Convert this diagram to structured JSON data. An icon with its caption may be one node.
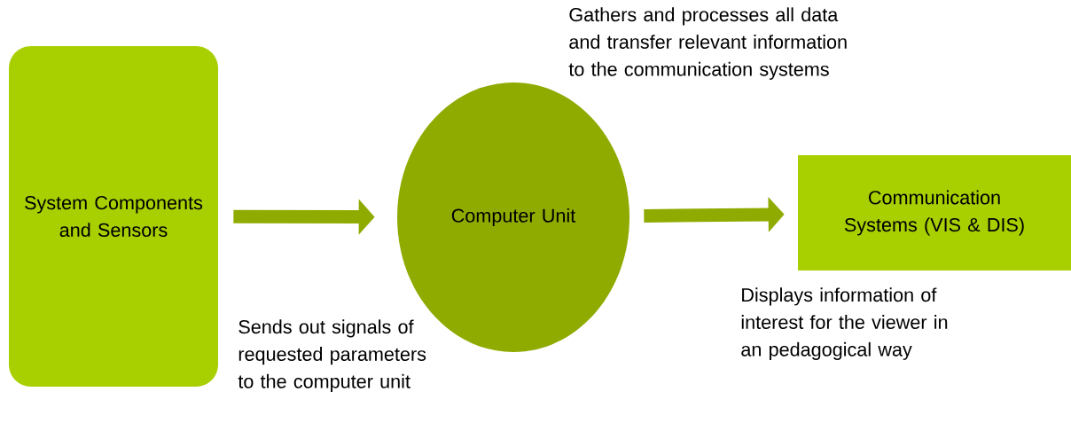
{
  "diagram": {
    "nodes": [
      {
        "text": [
          "System Components and Sensors"
        ]
      },
      {
        "text": [
          "Computer Unit"
        ],
        "beside": [
          "Gathers and processes all data and transfer relevant information to the communication systems"
        ]
      },
      {
        "text": [
          "Communication Systems (VIS & DIS)"
        ],
        "beside": [
          "Displays information of interest for the viewer in an pedagogical way"
        ]
      }
    ],
    "edges": [
      {
        "from": 0,
        "to": 1,
        "arrow": "to"
      },
      {
        "from": 1,
        "to": 2,
        "arrow": "to"
      }
    ],
    "labels": [
      "Sends out signals of requested parameters to the computer unit"
    ]
  }
}
